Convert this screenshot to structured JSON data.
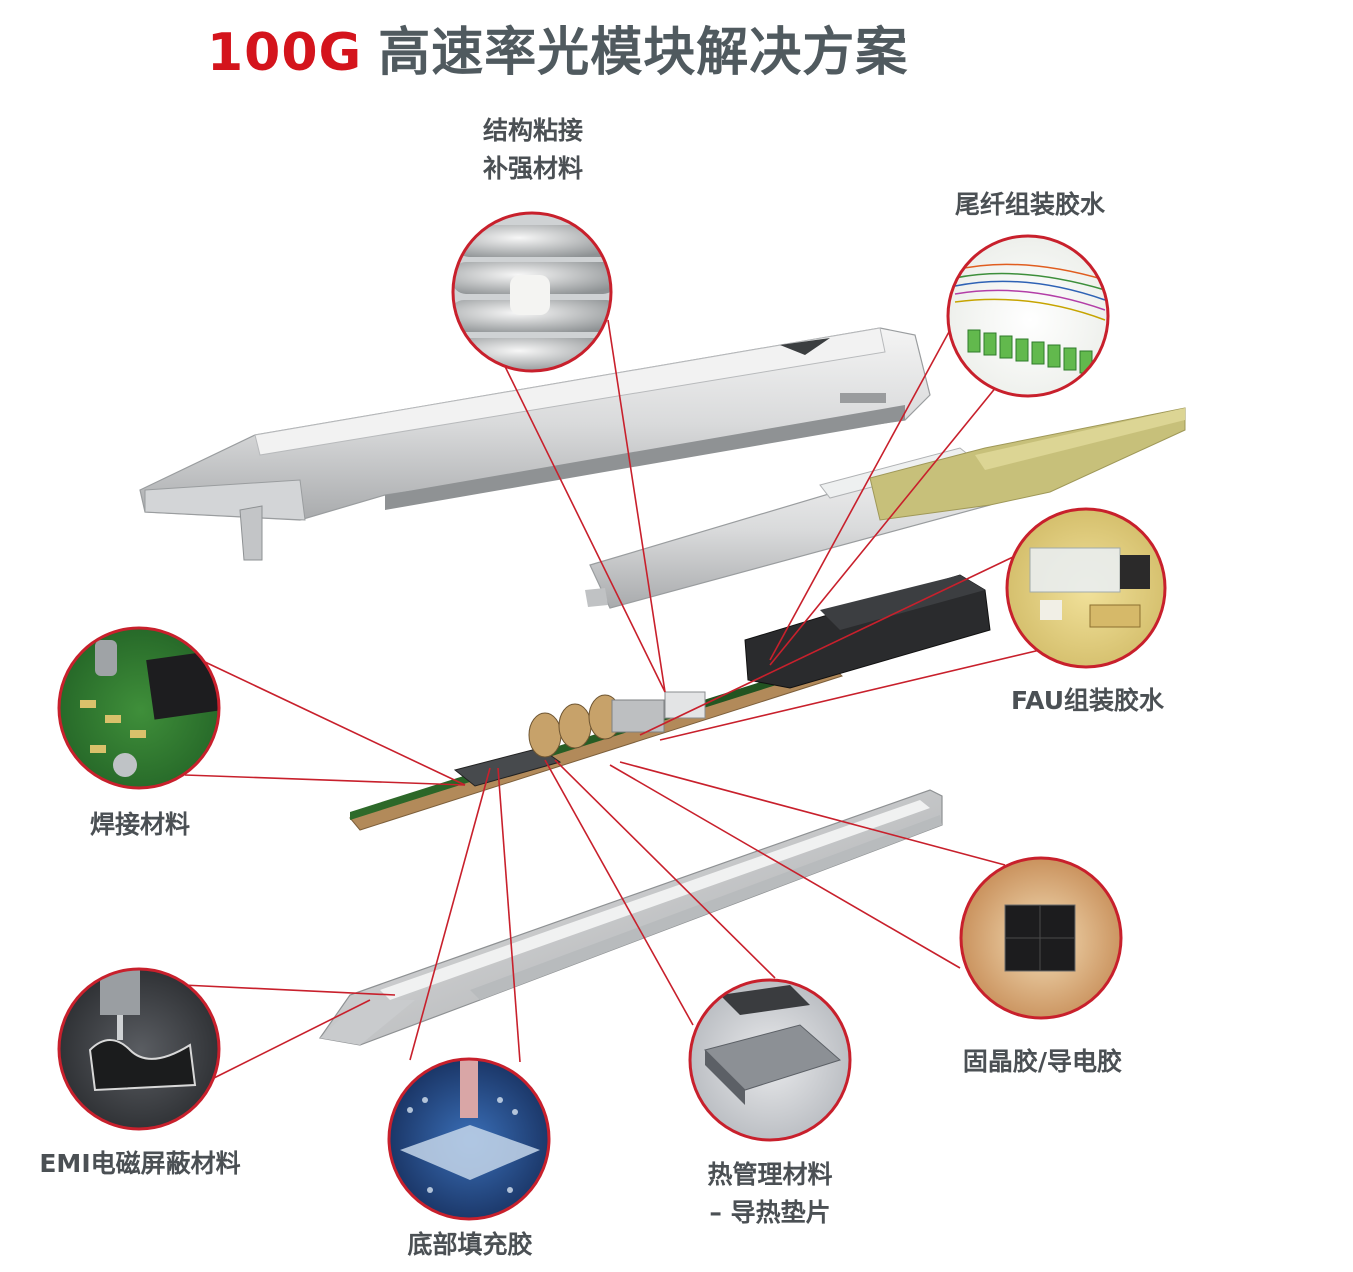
{
  "title": {
    "accent": "100G",
    "main": "高速率光模块解决方案"
  },
  "labels": {
    "structural": [
      "结构粘接",
      "补强材料"
    ],
    "pigtail": "尾纤组装胶水",
    "fau": "FAU组装胶水",
    "solder": "焊接材料",
    "emi": "EMI电磁屏蔽材料",
    "underfill": "底部填充胶",
    "thermal": [
      "热管理材料",
      "– 导热垫片"
    ],
    "die_attach": "固晶胶/导电胶"
  },
  "colors": {
    "accent": "#d4141c",
    "title": "#505a5f",
    "label": "#4b5054",
    "line": "#c8202c"
  }
}
